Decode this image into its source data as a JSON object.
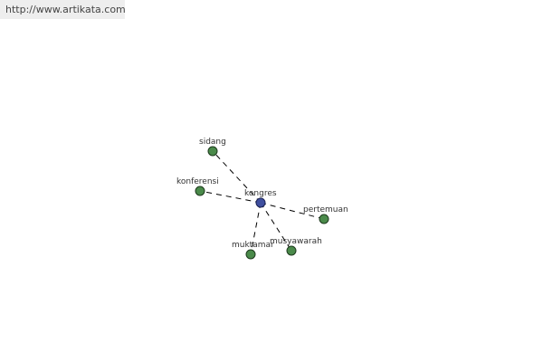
{
  "header": {
    "url": "http://www.artikata.com"
  },
  "graph": {
    "center": {
      "id": "kongres",
      "label": "kongres",
      "color": "#3f4f9f"
    },
    "leaf_color": "#4a8a4a",
    "nodes": [
      {
        "id": "sidang",
        "label": "sidang"
      },
      {
        "id": "konferensi",
        "label": "konferensi"
      },
      {
        "id": "pertemuan",
        "label": "pertemuan"
      },
      {
        "id": "muktamar",
        "label": "muktamar"
      },
      {
        "id": "musyawarah",
        "label": "musyawarah"
      }
    ]
  }
}
